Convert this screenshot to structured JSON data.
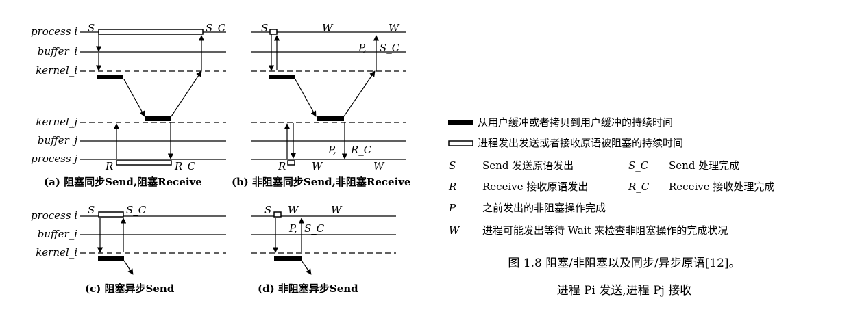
{
  "lines": {
    "process_i": "process i",
    "buffer_i": "buffer_i",
    "kernel_i": "kernel_i",
    "kernel_j": "kernel_j",
    "buffer_j": "buffer_j",
    "process_j": "process j"
  },
  "marks": {
    "S": "S",
    "S_C": "S_C",
    "R": "R",
    "R_C": "R_C",
    "W": "W",
    "P": "P,"
  },
  "captions": {
    "a": "(a) 阻塞同步Send,阻塞Receive",
    "b": "(b) 非阻塞同步Send,非阻塞Receive",
    "c": "(c) 阻塞异步Send",
    "d": "(d) 非阻塞异步Send"
  },
  "legend": {
    "bar_desc": "从用户缓冲或者拷贝到用户缓冲的持续时间",
    "box_desc": "进程发出发送或者接收原语被阻塞的持续时间",
    "s_key": "S",
    "s_desc": "Send 发送原语发出",
    "sc_key": "S_C",
    "sc_desc": "Send 处理完成",
    "r_key": "R",
    "r_desc": "Receive 接收原语发出",
    "rc_key": "R_C",
    "rc_desc": "Receive 接收处理完成",
    "p_key": "P",
    "p_desc": "之前发出的非阻塞操作完成",
    "w_key": "W",
    "w_desc": "进程可能发出等待 Wait 来检查非阻塞操作的完成状况"
  },
  "figure_caption": {
    "line1": "图 1.8   阻塞/非阻塞以及同步/异步原语[12]。",
    "line2": "进程 Pi 发送,进程 Pj 接收"
  }
}
